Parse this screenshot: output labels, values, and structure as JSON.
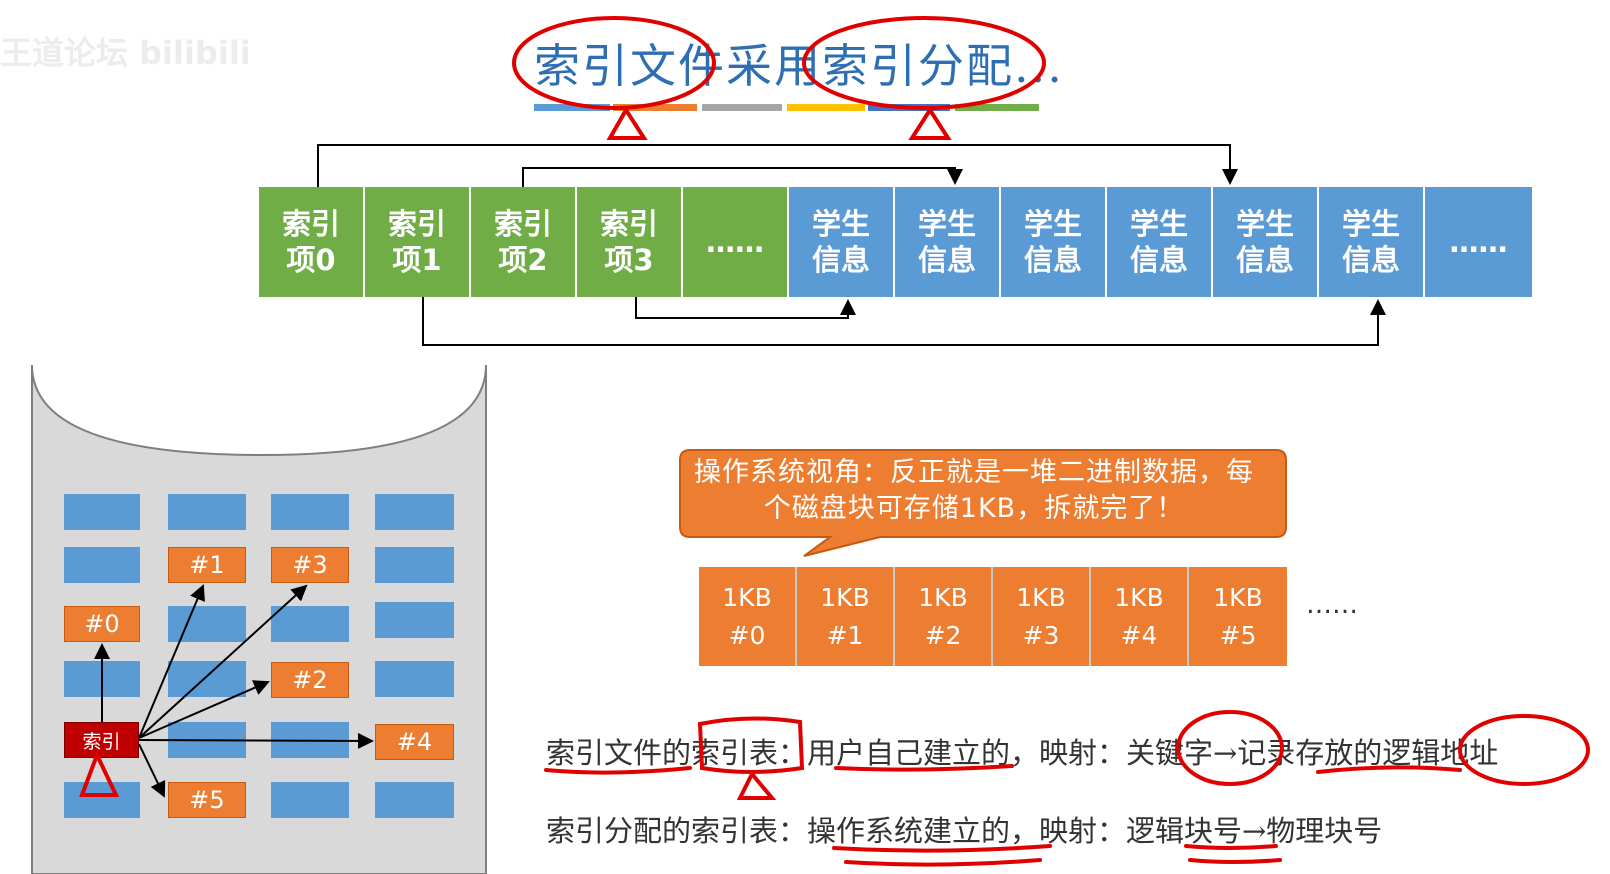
{
  "watermark": "王道论坛 bilibili",
  "title": "索引文件采用索引分配...",
  "top_strip": {
    "index_items": [
      {
        "line1": "索引",
        "line2": "项0"
      },
      {
        "line1": "索引",
        "line2": "项1"
      },
      {
        "line1": "索引",
        "line2": "项2"
      },
      {
        "line1": "索引",
        "line2": "项3"
      }
    ],
    "index_ellipsis": "……",
    "records": [
      {
        "line1": "学生",
        "line2": "信息"
      },
      {
        "line1": "学生",
        "line2": "信息"
      },
      {
        "line1": "学生",
        "line2": "信息"
      },
      {
        "line1": "学生",
        "line2": "信息"
      },
      {
        "line1": "学生",
        "line2": "信息"
      },
      {
        "line1": "学生",
        "line2": "信息"
      }
    ],
    "record_ellipsis": "……"
  },
  "disk": {
    "index_label": "索引",
    "block_labels": [
      "#0",
      "#1",
      "#2",
      "#3",
      "#4",
      "#5"
    ]
  },
  "bubble": {
    "text": "操作系统视角：反正就是一堆二进制数据，每个磁盘块可存储1KB，拆就完了！"
  },
  "kb_blocks": [
    {
      "size": "1KB",
      "id": "#0"
    },
    {
      "size": "1KB",
      "id": "#1"
    },
    {
      "size": "1KB",
      "id": "#2"
    },
    {
      "size": "1KB",
      "id": "#3"
    },
    {
      "size": "1KB",
      "id": "#4"
    },
    {
      "size": "1KB",
      "id": "#5"
    }
  ],
  "kb_ellipsis": "……",
  "notes": {
    "line1": "索引文件的索引表：用户自己建立的，映射：关键字→记录存放的逻辑地址",
    "line2": "索引分配的索引表：操作系统建立的，映射：逻辑块号→物理块号"
  },
  "colors": {
    "green": "#70ad47",
    "blue": "#5b9bd5",
    "orange": "#ed7d31",
    "red_annotation": "#e00000",
    "title_blue": "#2e6fb3"
  }
}
